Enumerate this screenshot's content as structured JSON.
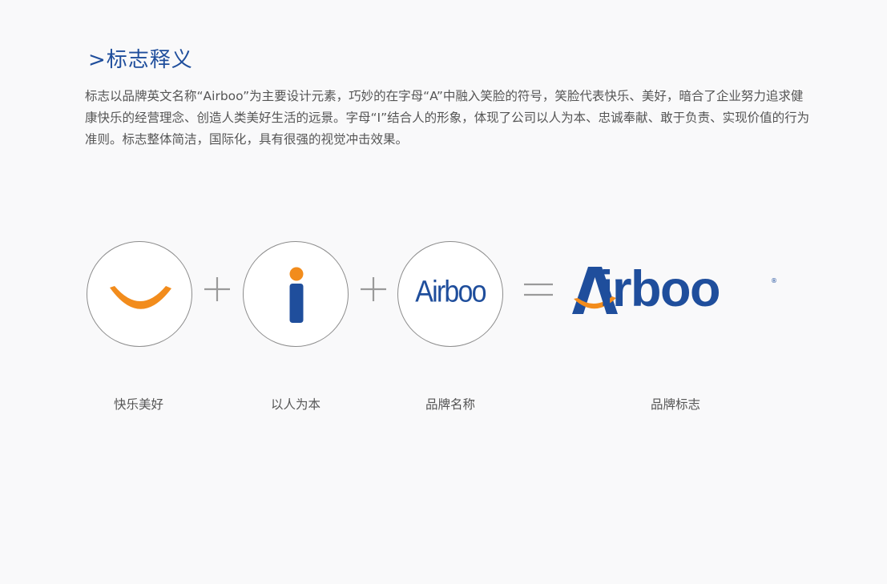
{
  "section": {
    "title": ">标志释义",
    "description": "标志以品牌英文名称“Airboo”为主要设计元素，巧妙的在字母“A”中融入笑脸的符号，笑脸代表快乐、美好，暗合了企业努力追求健康快乐的经营理念、创造人类美好生活的远景。字母“I”结合人的形象，体现了公司以人为本、忠诚奉献、敢于负责、实现价值的行为准则。标志整体简洁，国际化，具有很强的视觉冲击效果。"
  },
  "equation": {
    "name_text": "Airboo",
    "logo_rest": "irboo",
    "registered_mark": "®",
    "labels": [
      "快乐美好",
      "以人为本",
      "品牌名称",
      "品牌标志"
    ]
  },
  "colors": {
    "brand_blue": "#1f4e9c",
    "smile_orange": "#f28c1c",
    "operator_gray": "#9a9a9a",
    "text_gray": "#555555"
  },
  "icons": [
    "smile-icon",
    "person-i-icon",
    "plus-icon",
    "equals-icon",
    "airboo-logo"
  ]
}
